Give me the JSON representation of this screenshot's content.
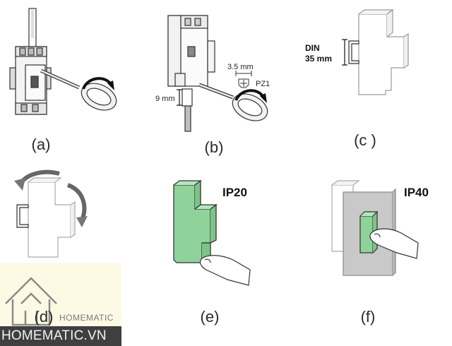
{
  "captions": {
    "a": "(a)",
    "b": "(b)",
    "c": "(c )",
    "d": "(d)",
    "e": "(e)",
    "f": "(f)"
  },
  "panel_b": {
    "strip_label": "9 mm",
    "tip_label": "3.5 mm",
    "bit_label": "PZ1"
  },
  "panel_c": {
    "rail_label_line1": "DIN",
    "rail_label_line2": "35 mm"
  },
  "panel_e": {
    "rating": "IP20"
  },
  "panel_f": {
    "rating": "IP40"
  },
  "watermark": {
    "brand": "HOMEMATIC",
    "site": "HOMEMATIC.VN"
  },
  "colors": {
    "module_green": "#8fd39a",
    "plate_gray": "#c9c9c9",
    "watermark_band": "#3f3f3f"
  }
}
